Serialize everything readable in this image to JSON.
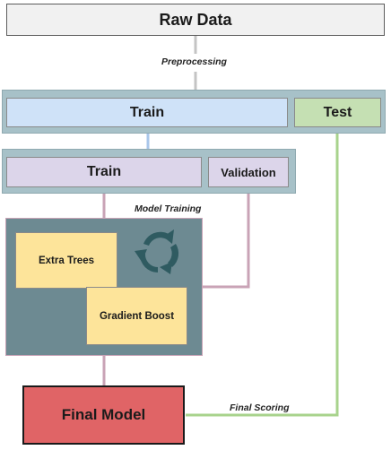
{
  "raw_data": "Raw Data",
  "preprocessing": "Preprocessing",
  "split1": {
    "train": "Train",
    "test": "Test"
  },
  "split2": {
    "train": "Train",
    "validation": "Validation"
  },
  "model_training": "Model Training",
  "models": {
    "extra_trees": "Extra Trees",
    "gradient_boost": "Gradient Boost"
  },
  "final_model": "Final Model",
  "final_scoring": "Final Scoring",
  "icons": {
    "cycle": "refresh-cycle-icon"
  },
  "colors": {
    "band": "#a7c1c8",
    "train_blue": "#cfe2f8",
    "test_green": "#c5e0b3",
    "lavender": "#dcd5ea",
    "model_panel": "#6d8a92",
    "model_box": "#fde49a",
    "final": "#e06466",
    "line_gray": "#c4c4c4",
    "line_blue": "#a9c6ea",
    "line_green": "#a8d38c",
    "line_mauve": "#c9a3b6",
    "cycle": "#2f5b61"
  }
}
